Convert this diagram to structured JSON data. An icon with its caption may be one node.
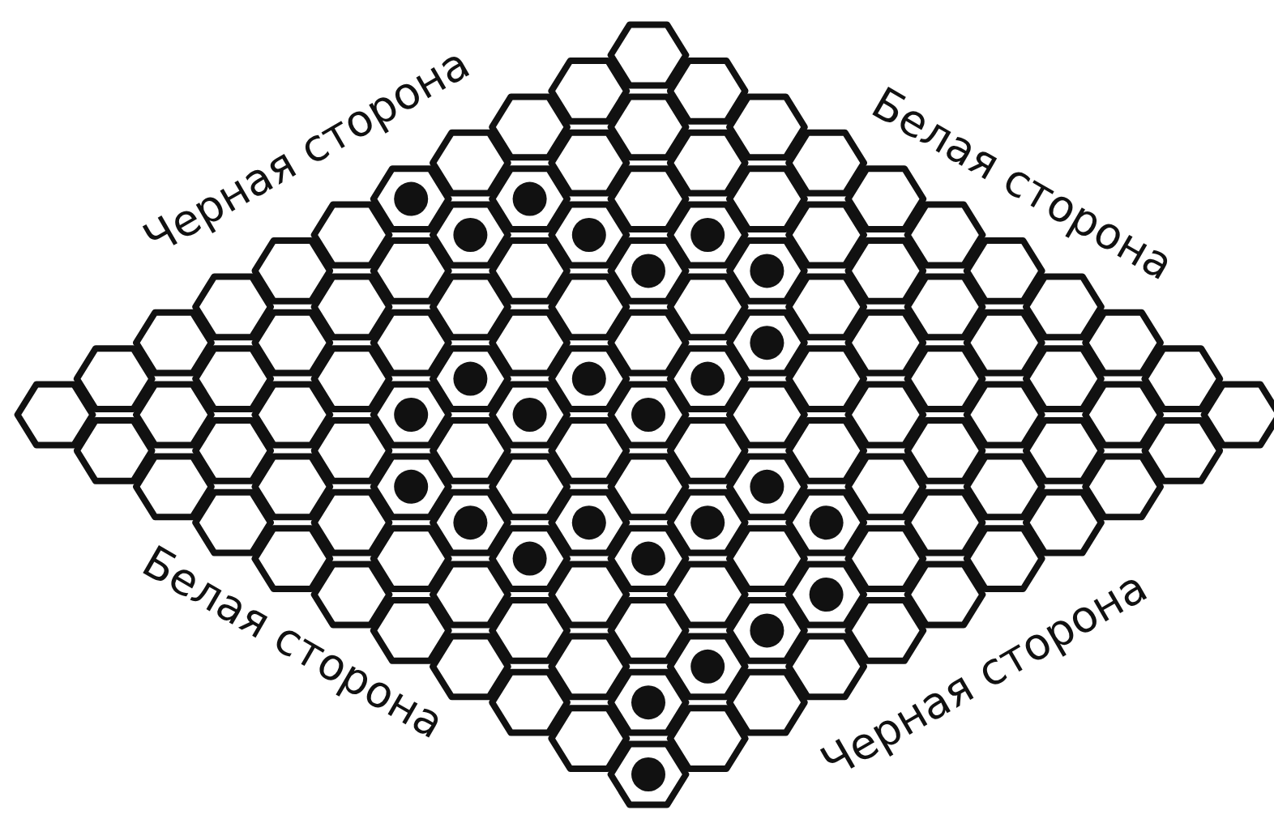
{
  "diagram": {
    "labels": [
      "Черная сторона",
      "Белая сторона",
      "Белая сторона",
      "Черная сторона"
    ]
  }
}
